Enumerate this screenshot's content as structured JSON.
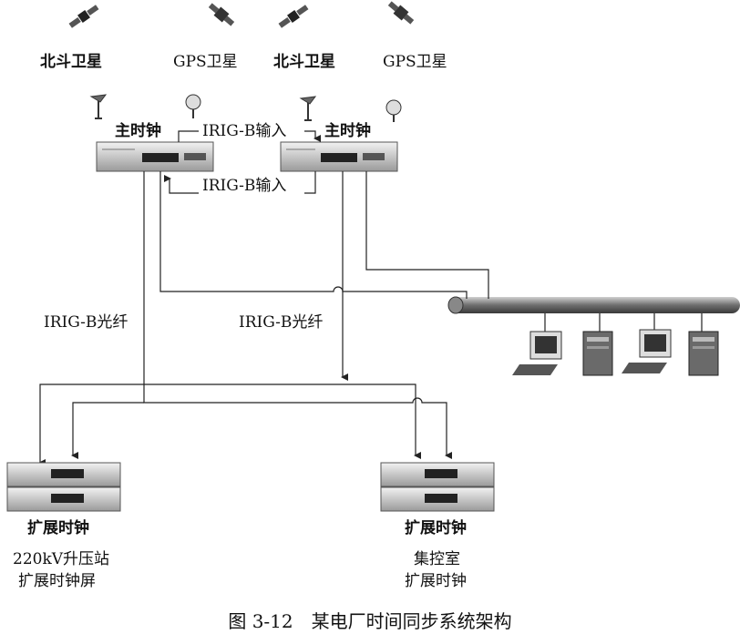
{
  "satellites": [
    {
      "label": "北斗卫星"
    },
    {
      "label": "GPS卫星"
    },
    {
      "label": "北斗卫星"
    },
    {
      "label": "GPS卫星"
    }
  ],
  "master_clocks": {
    "left_label": "主时钟",
    "right_label": "主时钟",
    "irig_input_top": "IRIG-B输入",
    "irig_input_bottom": "IRIG-B输入"
  },
  "fiber_links": {
    "left": "IRIG-B光纤",
    "right": "IRIG-B光纤"
  },
  "expansion": {
    "left_label": "扩展时钟",
    "left_location_line1": "220kV升压站",
    "left_location_line2": "扩展时钟屏",
    "right_label": "扩展时钟",
    "right_location_line1": "集控室",
    "right_location_line2": "扩展时钟"
  },
  "caption": "图 3-12　某电厂时间同步系统架构"
}
